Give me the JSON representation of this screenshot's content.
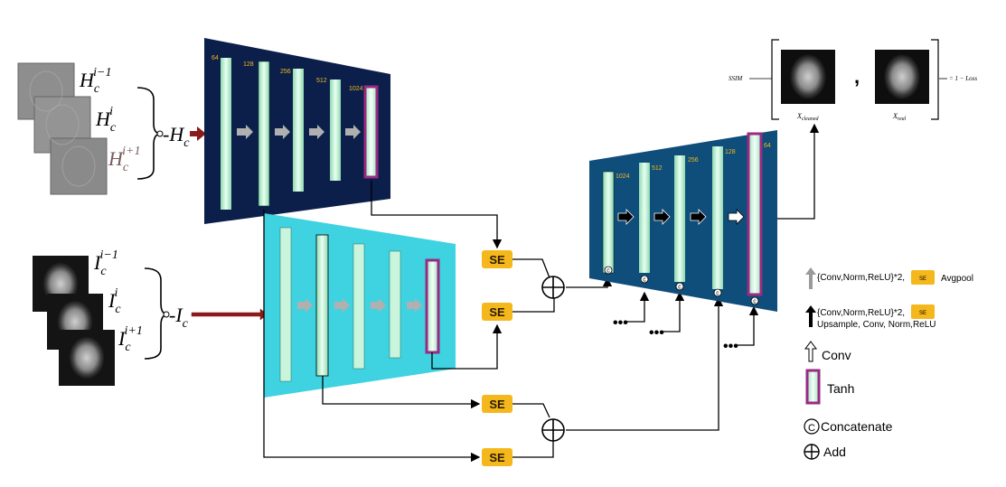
{
  "inputs": {
    "h_group": {
      "labels": [
        "H_c^{i-1}",
        "H_c^{i}",
        "H_c^{i+1}"
      ],
      "label_base": "H",
      "label_sub": "c",
      "sups": [
        "i−1",
        "i",
        "i+1"
      ],
      "agg_base": "H",
      "agg_sub": "c",
      "agg_prefix": "-"
    },
    "i_group": {
      "label_base": "I",
      "label_sub": "c",
      "sups": [
        "i−1",
        "i",
        "i+1"
      ],
      "agg_base": "I",
      "agg_sub": "c",
      "agg_prefix": "-"
    }
  },
  "encoders": {
    "h_encoder_channels": [
      "64",
      "128",
      "256",
      "512",
      "1024"
    ]
  },
  "decoder": {
    "channels": [
      "1024",
      "512",
      "256",
      "128",
      "64"
    ]
  },
  "blocks": {
    "se_label": "SE",
    "concat_symbol": "c",
    "dots": "•••"
  },
  "loss": {
    "ssim_label": "SSIM",
    "comma": ",",
    "x_cleaned": "X",
    "x_cleaned_sub": "cleaned",
    "x_real": "X",
    "x_real_sub": "real",
    "rhs": "= 1 − Loss"
  },
  "legend": {
    "down_text_a": "{Conv,Norm,ReLU}*2,",
    "down_se": "SE",
    "down_text_b": "Avgpool",
    "up_text_a": "{Conv,Norm,ReLU}*2,",
    "up_se": "SE",
    "up_text_b": "Upsample, Conv, Norm,ReLU",
    "conv": "Conv",
    "tanh": "Tanh",
    "concat": "Concatenate",
    "concat_symbol": "C",
    "add": "Add"
  },
  "colors": {
    "navy": "#0b1f4a",
    "cyan": "#3fd2e0",
    "teal_decoder": "#0f4d7a",
    "block_fill": "#c9f5dc",
    "tanh_border": "#9a2a82",
    "se_fill": "#f5b81c",
    "arrow_red": "#8b1a1a"
  }
}
